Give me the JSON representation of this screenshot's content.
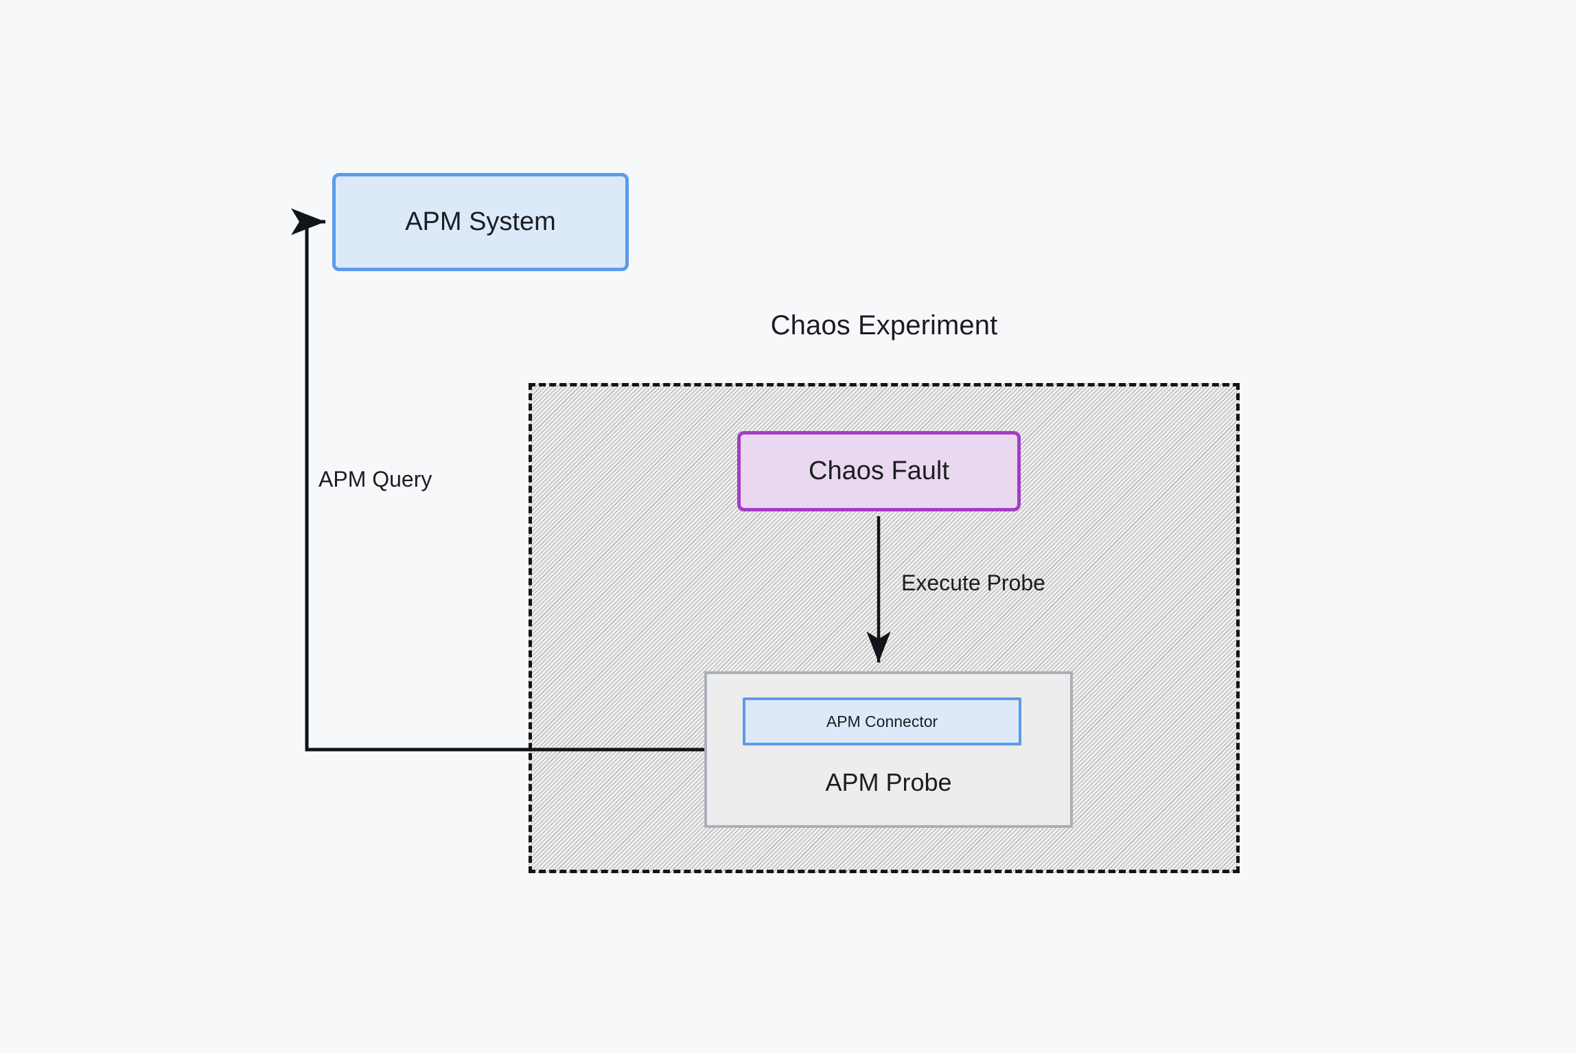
{
  "diagram": {
    "background_color": "#f7f8fa",
    "group": {
      "title": "Chaos Experiment",
      "border_style": "dashed",
      "border_color": "#111418",
      "fill_pattern": "diagonal-hatch"
    },
    "nodes": [
      {
        "id": "apm-system",
        "label": "APM System",
        "fill_color": "#dce9f9",
        "border_color": "#5b9bea"
      },
      {
        "id": "chaos-fault",
        "label": "Chaos Fault",
        "fill_color": "#ead8f0",
        "border_color": "#a33cc4"
      },
      {
        "id": "apm-probe",
        "label": "APM Probe",
        "fill_color": "#ededee",
        "border_color": "#aab0b8"
      },
      {
        "id": "apm-connector",
        "label": "APM Connector",
        "fill_color": "#dde9f9",
        "border_color": "#5b9bea"
      }
    ],
    "edges": [
      {
        "id": "execute-probe",
        "label": "Execute Probe",
        "from": "chaos-fault",
        "to": "apm-probe",
        "color": "#111418"
      },
      {
        "id": "apm-query",
        "label": "APM Query",
        "from": "apm-probe",
        "to": "apm-system",
        "color": "#111418"
      }
    ]
  }
}
